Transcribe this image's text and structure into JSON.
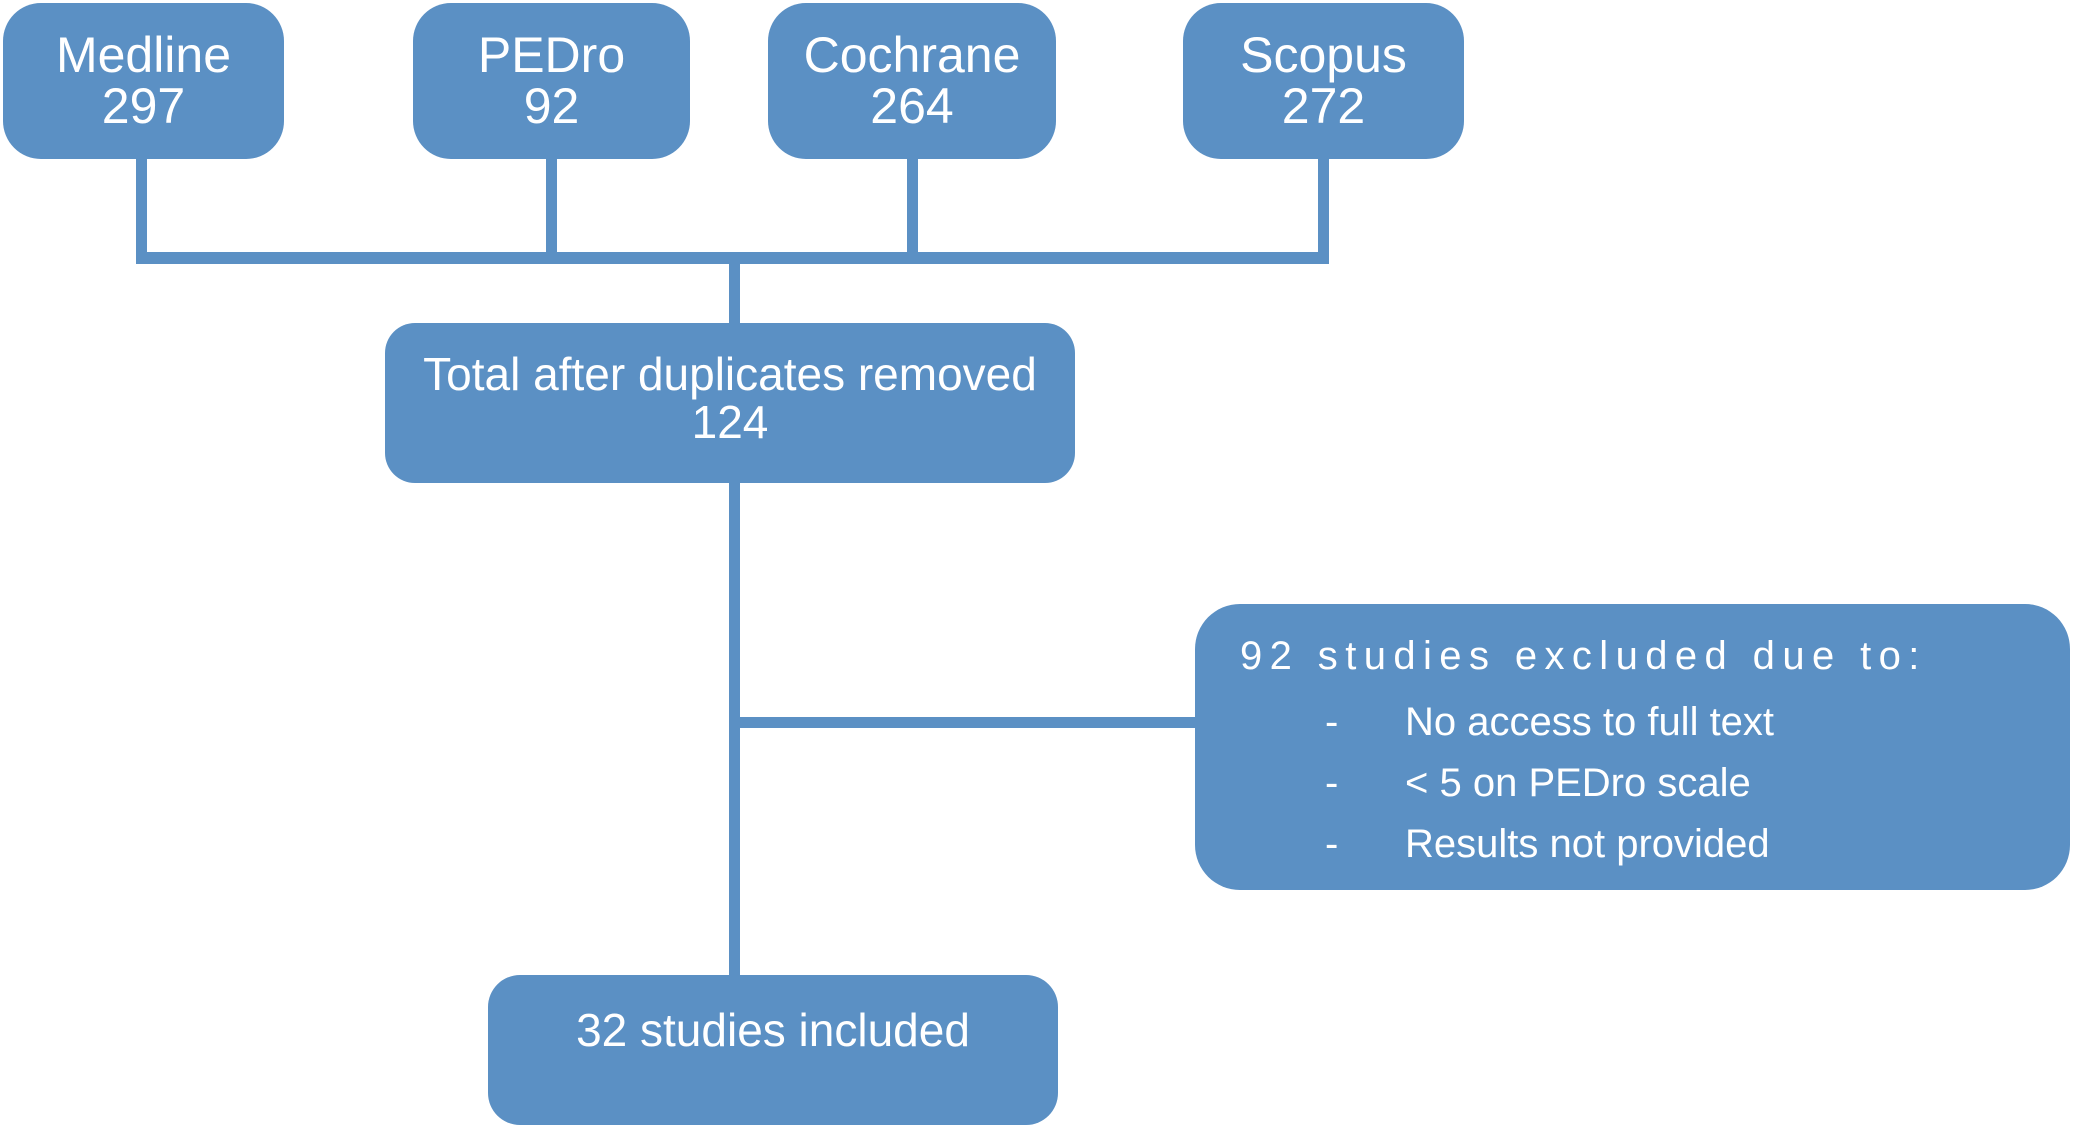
{
  "diagram": {
    "sources": [
      {
        "name": "Medline",
        "count": "297"
      },
      {
        "name": "PEDro",
        "count": "92"
      },
      {
        "name": "Cochrane",
        "count": "264"
      },
      {
        "name": "Scopus",
        "count": "272"
      }
    ],
    "total": {
      "label": "Total after duplicates removed",
      "count": "124"
    },
    "excluded": {
      "heading": "92 studies excluded due to:",
      "bullet_char": "-",
      "reasons": [
        "No access to full text",
        "< 5 on PEDro scale",
        "Results not provided"
      ]
    },
    "included": {
      "label": "32 studies included"
    },
    "colors": {
      "node_fill": "#5b90c4",
      "text": "#ffffff",
      "background": "#ffffff"
    }
  }
}
